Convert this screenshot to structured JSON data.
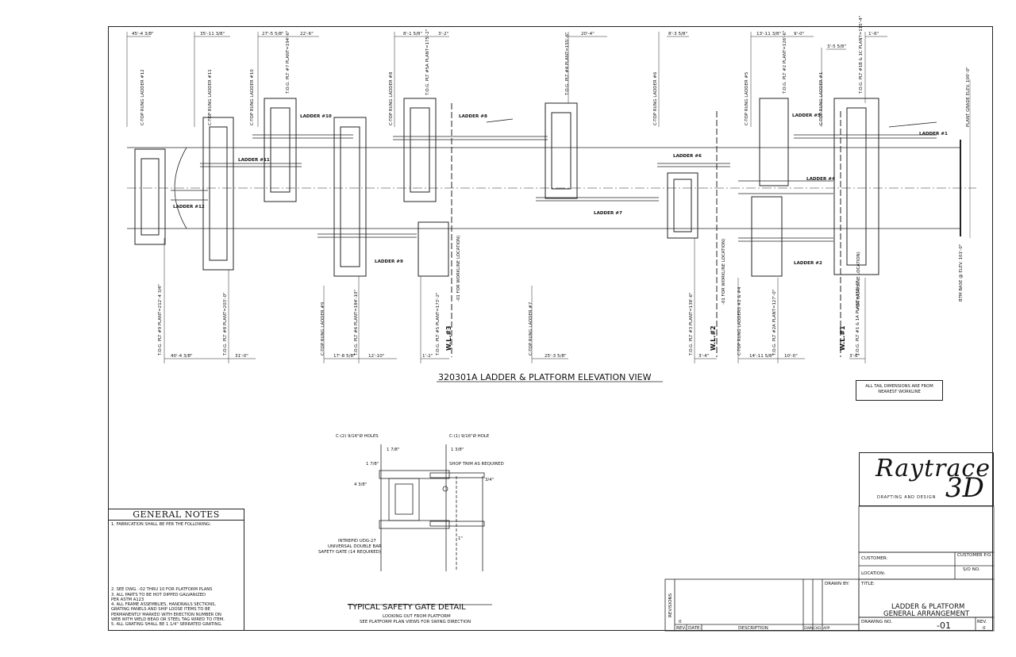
{
  "elevation": {
    "title": "320301A LADDER & PLATFORM ELEVATION VIEW",
    "ladder_labels": [
      "LADDER #1",
      "LADDER #2",
      "LADDER #4",
      "LADDER #5",
      "LADDER #6",
      "LADDER #7",
      "LADDER #8",
      "LADDER #9",
      "LADDER #10",
      "LADDER #11",
      "LADDER #12"
    ],
    "top_dims": [
      "45'-4 3/8\"",
      "35'-11 3/8\"",
      "27'-5 5/8\"",
      "22'-6\"",
      "8'-1 5/8\"",
      "3'-2\"",
      "20'-4\"",
      "8'-3 5/8\"",
      "13'-11 3/8\"",
      "9'-0\"",
      "3'-5 5/8\"",
      "1'-6\""
    ],
    "bottom_dims": [
      "40'-4 3/8\"",
      "31'-0\"",
      "17'-8 5/8\"",
      "12'-10\"",
      "1'-2\"",
      "25'-3 5/8\"",
      "3'-4\"",
      "14'-11 5/8\"",
      "10'-0\"",
      "3'-6\""
    ],
    "top_callouts": [
      "C-TOP RUNG LADDER #12",
      "C-TOP RUNG LADDER #11",
      "C-TOP RUNG LADDER #10",
      "T.O.G. PLT #7 PLANT=194'-6\"",
      "C-TOP RUNG LADDER #8",
      "T.O.G. PLT #5A PLANT=175'-2\"",
      "T.O.G. PLT #4 PLANT=155'-6\"",
      "C-TOP RUNG LADDER #6",
      "C-TOP RUNG LADDER #5",
      "T.O.G. PLT #2 PLANT=126'-6\"",
      "C-TOP RUNG LADDER #1",
      "T.O.G. PLT #1B & 1C PLANT=115'-4\""
    ],
    "bottom_callouts": [
      "T.O.G. PLT #9 PLANT=212'-4 3/4\"",
      "T.O.G. PLT #8 PLANT=203'-0\"",
      "C-TOP RUNG LADDER #9",
      "T.O.G. PLT #6 PLANT=184'-10\"",
      "T.O.G. PLT #5 PLANT=173'-2\"",
      "C-TOP RUNG LADDER #7",
      "T.O.G. PLT #3 PLANT=138'-6\"",
      "C-TOP RUNG LADDERS #2 & #4",
      "T.O.G. PLT #2A PLANT=127'-0\"",
      "T.O.G. PLT #1 & 1A PLANT=112'-6\""
    ],
    "worklines": [
      "W.L.#3",
      "W.L.#2",
      "W.L.#1"
    ],
    "workline_notes": [
      "-01 FOR WORKLINE LOCATION)",
      "-01 FOR WORKLINE LOCATION)",
      "FOR WORKLINE LOCATION)"
    ],
    "right_side": [
      "PLANT GRADE ELEV. 100'-0\"",
      "BTM BASE @ ELEV. 101'-0\""
    ]
  },
  "tail_note": "ALL TAIL DIMENSIONS ARE FROM NEAREST WORKLINE",
  "gate_detail": {
    "title": "TYPICAL SAFETY GATE DETAIL",
    "sub1": "LOOKING OUT FROM PLATFORM",
    "sub2": "SEE PLATFORM PLAN VIEWS FOR SWING DIRECTION",
    "callout_left": "C-(2) 9/16\"Ø HOLES",
    "callout_right": "C-(1) 9/16\"Ø HOLE",
    "shop_trim": "SHOP TRIM AS REQUIRED",
    "gate_desc": [
      "INTREPID UDG-27",
      "UNIVERSAL DOUBLE BAR",
      "SAFETY GATE (14 REQUIRED)"
    ],
    "dims": [
      "1 7/8\"",
      "1 3/8\"",
      "1 7/8\"",
      "4 3/8\"",
      "3/4\"",
      "1\""
    ]
  },
  "general_notes": {
    "title": "GENERAL NOTES",
    "items": [
      "1. FABRICATION SHALL BE PER THE FOLLOWING:",
      "2. SEE DWG.       -02 THRU 10 FOR PLATFORM PLANS",
      "3. ALL PARTS TO BE HOT DIPPED GALVANIZED",
      "   PER ASTM A123",
      "4. ALL FRAME ASSEMBLIES, HANDRAILS SECTIONS,",
      "   GRATING PANELS AND SHIP LOOSE ITEMS TO BE",
      "   PERMANENTLY MARKED WITH ERECTION NUMBER ON",
      "   WEB WITH WELD BEAD OR STEEL TAG WIRED TO ITEM.",
      "5. ALL GRATING SHALL BE 1 1/4\" SERRATED GRATING."
    ]
  },
  "logo": {
    "main": "Raytrace",
    "accent": "3D",
    "sub": "DRAFTING AND DESIGN"
  },
  "title_block": {
    "customer": "CUSTOMER:",
    "location": "LOCATION:",
    "customer_po": "CUSTOMER P.O.",
    "so_no": "S/O NO.",
    "title_label": "TITLE:",
    "title_line1": "LADDER & PLATFORM",
    "title_line2": "GENERAL ARRANGEMENT",
    "drawing_no_label": "DRAWING NO.",
    "drawing_no": "-01",
    "rev_label": "REV.",
    "rev": "0",
    "drawn_by": "DRAWN BY:",
    "revisions": "REVISIONS",
    "rev_cols": [
      "REV.",
      "DATE:",
      "DESCRIPTION",
      "DWN",
      "CKD",
      "APP"
    ],
    "rev_row": "0"
  }
}
